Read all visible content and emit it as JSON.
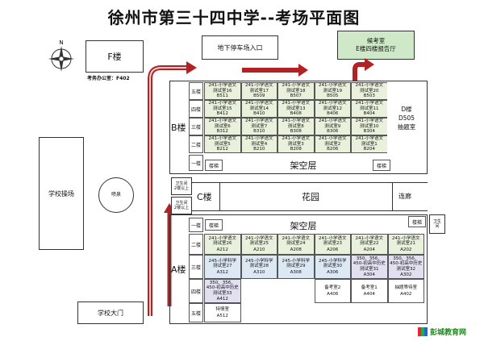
{
  "title": "徐州市第三十四中学--考场平面图",
  "compass_label": "N",
  "f_building": {
    "label": "F楼",
    "office": "考务办公室：F402"
  },
  "parking": "地下停车场入口",
  "waiting": {
    "line1": "候考室",
    "line2": "E楼四楼报告厅"
  },
  "b_building": {
    "label": "B楼",
    "floors": [
      "五楼",
      "四楼",
      "三楼",
      "二楼",
      "一楼"
    ],
    "rows": [
      [
        {
          "l1": "241-小学语文",
          "l2": "测试室16",
          "l3": "B511"
        },
        {
          "l1": "241-小学语文",
          "l2": "测试室17",
          "l3": "B509"
        },
        {
          "l1": "241-小学语文",
          "l2": "测试室18",
          "l3": "B507"
        },
        {
          "l1": "241-小学语文",
          "l2": "测试室19",
          "l3": "B505"
        },
        {
          "l1": "241-小学语文",
          "l2": "测试室20",
          "l3": "B503"
        }
      ],
      [
        {
          "l1": "241-小学语文",
          "l2": "测试室15",
          "l3": "B412"
        },
        {
          "l1": "241-小学语文",
          "l2": "测试室14",
          "l3": "B410"
        },
        {
          "l1": "241-小学语文",
          "l2": "测试室13",
          "l3": "B408"
        },
        {
          "l1": "241-小学语文",
          "l2": "测试室12",
          "l3": "B406"
        },
        {
          "l1": "241-小学语文",
          "l2": "测试室11",
          "l3": "B404"
        }
      ],
      [
        {
          "l1": "241-小学语文",
          "l2": "测试室6",
          "l3": "B312"
        },
        {
          "l1": "241-小学语文",
          "l2": "测试室7",
          "l3": "B310"
        },
        {
          "l1": "241-小学语文",
          "l2": "测试室8",
          "l3": "B308"
        },
        {
          "l1": "241-小学语文",
          "l2": "测试室9",
          "l3": "B306"
        },
        {
          "l1": "241-小学语文",
          "l2": "测试室10",
          "l3": "B304"
        }
      ],
      [
        {
          "l1": "241-小学语文",
          "l2": "测试室5",
          "l3": "B212"
        },
        {
          "l1": "241-小学语文",
          "l2": "测试室4",
          "l3": "B210"
        },
        {
          "l1": "241-小学语文",
          "l2": "测试室3",
          "l3": "B208"
        },
        {
          "l1": "241-小学语文",
          "l2": "测试室2",
          "l3": "B206"
        },
        {
          "l1": "241-小学语文",
          "l2": "测试室1",
          "l3": "B204"
        }
      ]
    ],
    "stairs": "楼梯",
    "stilt": "架空层"
  },
  "d_building": {
    "line1": "D楼",
    "line2": "D505",
    "line3": "抽题室"
  },
  "c_building": {
    "label": "C楼",
    "garden": "花园",
    "corridor": "连廊"
  },
  "toilet_left": {
    "line1": "卫生间",
    "line2": "2楼以上"
  },
  "toilet_right": {
    "line1": "卫生",
    "line2": "间"
  },
  "a_building": {
    "label": "A楼",
    "floors": [
      "一楼",
      "二楼",
      "三楼",
      "四楼",
      "五楼"
    ],
    "stairs_left": "楼梯",
    "stairs_right": "楼梯",
    "stilt": "架空层",
    "floor2": [
      {
        "l1": "241-小学语文",
        "l2": "测试室26",
        "l3": "A212"
      },
      {
        "l1": "241-小学语文",
        "l2": "测试室25",
        "l3": "A210"
      },
      {
        "l1": "241-小学语文",
        "l2": "测试室24",
        "l3": "A208"
      },
      {
        "l1": "241-小学语文",
        "l2": "测试室23",
        "l3": "A206"
      },
      {
        "l1": "241-小学语文",
        "l2": "测试室22",
        "l3": "A204"
      },
      {
        "l1": "241-小学语文",
        "l2": "测试室21",
        "l3": "A202"
      }
    ],
    "floor3": [
      {
        "l1": "245-小学科学",
        "l2": "测试室27",
        "l3": "A312"
      },
      {
        "l1": "245-小学科学",
        "l2": "测试室28",
        "l3": "A310"
      },
      {
        "l1": "245-小学科学",
        "l2": "测试室29",
        "l3": "A308"
      },
      {
        "l1": "245-小学科学",
        "l2": "测试室30",
        "l3": "A306"
      },
      {
        "l1": "350、356、450-初高中历史",
        "l2": "测试室31",
        "l3": "A304"
      },
      {
        "l1": "350、356、450-初高中历史",
        "l2": "测试室32",
        "l3": "A302"
      }
    ],
    "floor4": [
      {
        "l1": "350、356、450-初高中历史",
        "l2": "测试室33",
        "l3": "A412"
      },
      {
        "l1": "备考室2",
        "l2": "",
        "l3": "A406"
      },
      {
        "l1": "备考室1",
        "l2": "",
        "l3": "A404"
      },
      {
        "l1": "抽题等待室",
        "l2": "",
        "l3": "A402"
      }
    ],
    "floor5": {
      "l1": "特情室",
      "l3": "A512"
    }
  },
  "playground": "学校操场",
  "fountain": "喷泉",
  "gate": "学校大门",
  "logo": "彭城教育网",
  "colors": {
    "arrow": "#b22222",
    "waiting_bg": "#cfe8c8",
    "green_cell": "#e9f1dc",
    "purple_cell": "#e1dff0",
    "blue_cell": "#dde8f5"
  }
}
